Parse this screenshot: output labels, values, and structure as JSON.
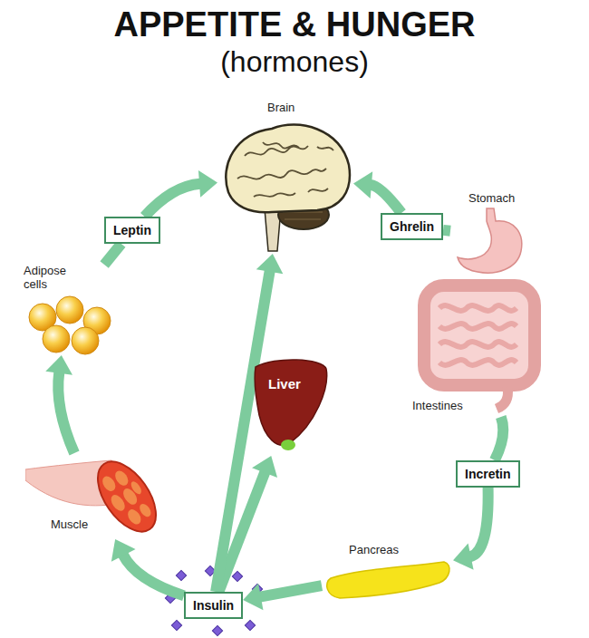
{
  "diagram": {
    "title": "APPETITE & HUNGER",
    "nodes": [
      {
        "text": [
          "Brain"
        ]
      },
      {
        "text": [
          "Leptin"
        ]
      },
      {
        "text": [
          "Ghrelin"
        ]
      },
      {
        "text": [
          "Stomach"
        ]
      },
      {
        "text": [
          "Adipose cells"
        ]
      },
      {
        "text": [
          "Intestines"
        ]
      },
      {
        "text": [
          "Liver"
        ]
      },
      {
        "text": [
          "Incretin"
        ]
      },
      {
        "text": [
          "Muscle"
        ]
      },
      {
        "text": [
          "Pancreas"
        ]
      },
      {
        "text": [
          "Insulin"
        ]
      }
    ],
    "edges": [
      {
        "from": 4,
        "to": 1,
        "arrow": "none"
      },
      {
        "from": 1,
        "to": 0,
        "arrow": "to"
      },
      {
        "from": 3,
        "to": 2,
        "arrow": "none"
      },
      {
        "from": 2,
        "to": 0,
        "arrow": "to"
      },
      {
        "from": 5,
        "to": 7,
        "arrow": "none"
      },
      {
        "from": 7,
        "to": 9,
        "arrow": "to"
      },
      {
        "from": 9,
        "to": 10,
        "arrow": "to"
      },
      {
        "from": 10,
        "to": 8,
        "arrow": "to"
      },
      {
        "from": 8,
        "to": 4,
        "arrow": "to"
      },
      {
        "from": 10,
        "to": 6,
        "arrow": "to"
      },
      {
        "from": 10,
        "to": 0,
        "arrow": "to"
      }
    ],
    "labels": [
      "(hormones)"
    ]
  }
}
